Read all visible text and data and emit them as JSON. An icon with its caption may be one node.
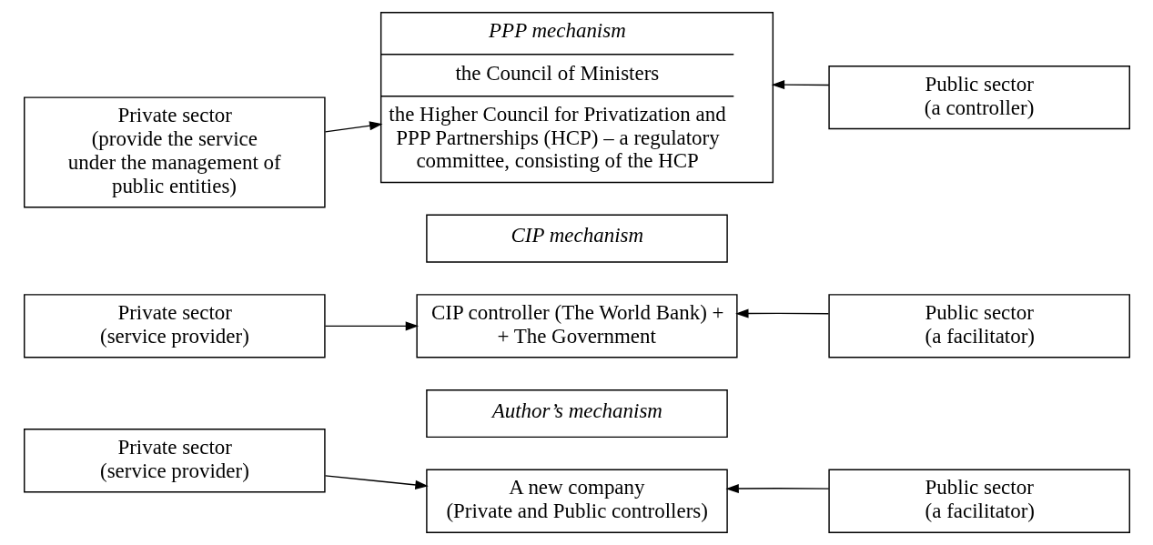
{
  "diagram": {
    "nodes": [
      {
        "text": [
          "Private sector",
          "(provide the service under the management of public entities)"
        ]
      },
      {
        "text": [
          "PPP mechanism",
          "the Council of Ministers",
          "the Higher Council for Privatization and PPP Partnerships (HCP) – a regulatory committee, consisting of the HCP"
        ]
      },
      {
        "text": [
          "Public sector",
          "(a controller)"
        ]
      },
      {
        "text": [
          "CIP mechanism"
        ]
      },
      {
        "text": [
          "Private sector",
          "(service provider)"
        ]
      },
      {
        "text": [
          "CIP controller (The World Bank) + + The Government"
        ]
      },
      {
        "text": [
          "Public sector",
          "(a facilitator)"
        ]
      },
      {
        "text": [
          "Author’s mechanism"
        ]
      },
      {
        "text": [
          "Private sector",
          "(service provider)"
        ]
      },
      {
        "text": [
          "A new company",
          "(Private and Public controllers)"
        ]
      },
      {
        "text": [
          "Public sector",
          "(a facilitator)"
        ]
      }
    ],
    "edges": [
      {
        "from": 0,
        "to": 1,
        "arrow": "to"
      },
      {
        "from": 2,
        "to": 1,
        "arrow": "to"
      },
      {
        "from": 4,
        "to": 5,
        "arrow": "to"
      },
      {
        "from": 6,
        "to": 5,
        "arrow": "to"
      },
      {
        "from": 8,
        "to": 9,
        "arrow": "to"
      },
      {
        "from": 10,
        "to": 9,
        "arrow": "to"
      }
    ]
  }
}
